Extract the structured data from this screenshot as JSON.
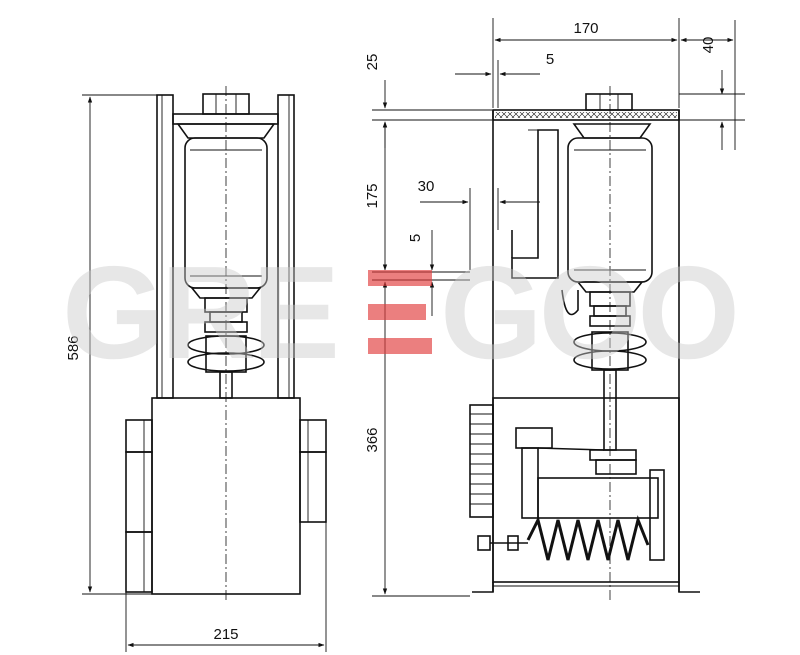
{
  "dimensions": {
    "overall_height": "586",
    "base_width": "215",
    "top_width": "170",
    "right_offset": "40",
    "top_plate": "25",
    "small_offset_top": "5",
    "bracket_width": "30",
    "upper_height": "175",
    "small_offset_mid": "5",
    "lower_height": "366"
  },
  "watermark": {
    "part1": "GRE",
    "part2": "GOO"
  },
  "colors": {
    "line": "#111111",
    "watermark_gray": "#c9c9c9",
    "watermark_red": "#e03a3a"
  }
}
